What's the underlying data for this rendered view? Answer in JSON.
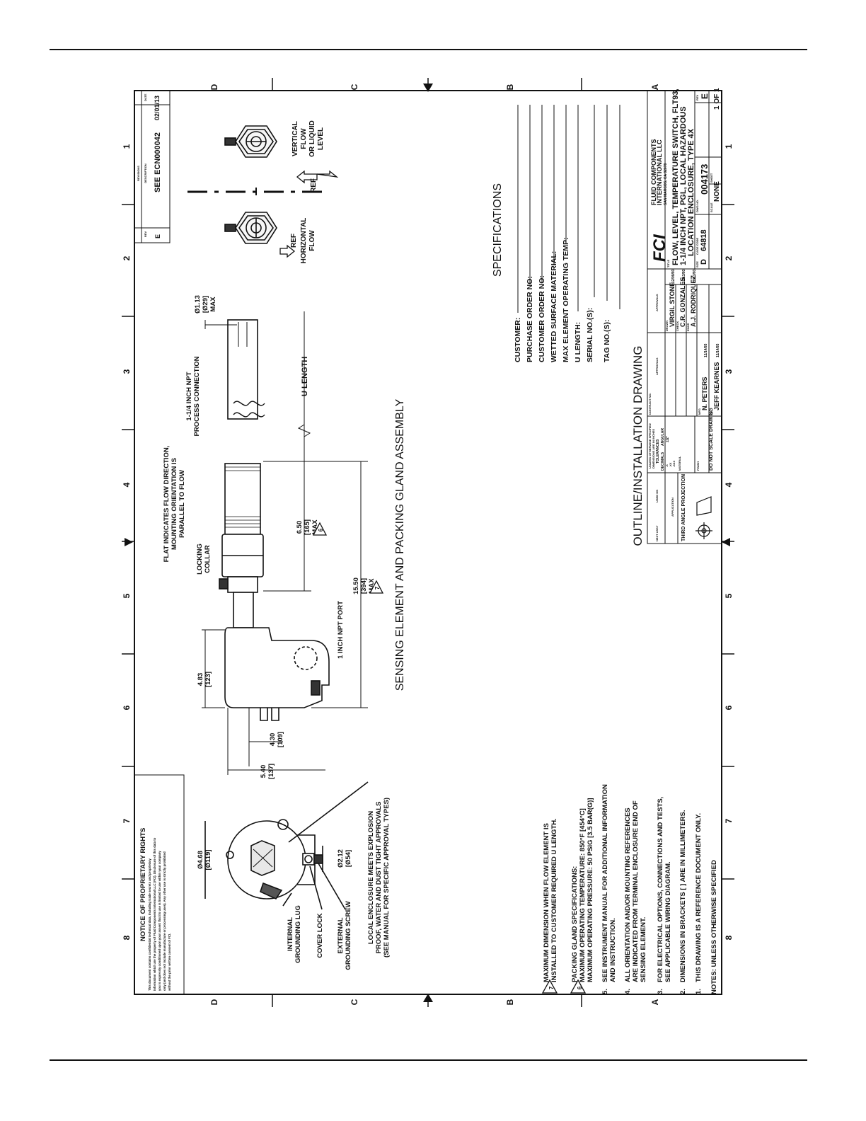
{
  "zones": {
    "rows": [
      "D",
      "C",
      "B",
      "A"
    ],
    "cols": [
      "1",
      "2",
      "3",
      "4",
      "5",
      "6",
      "7",
      "8"
    ]
  },
  "revision": {
    "headers": [
      "REV",
      "REVISIONS",
      "DESCRIPTION",
      "DATE"
    ],
    "rev": "E",
    "description": "SEE ECN000042",
    "date": "02/01/13"
  },
  "notice": {
    "title": "NOTICE OF PROPRIETARY RIGHTS",
    "lines": [
      "This document contains confidential technical data, including trade secrets and proprietary",
      "information which are the property of Fluid Components International LLC (FCI). Disclosure of this data to",
      "you is expressly conditioned upon your assent that its use is limited to use within your company",
      "only (and does not include manufacture or processing uses). Any other use is strictly prohibited",
      "without the prior written consent of FCI."
    ]
  },
  "views": {
    "main_title": "SENSING ELEMENT AND PACKING GLAND ASSEMBLY",
    "drawing_title": "OUTLINE/INSTALLATION DRAWING",
    "flow_vertical": [
      "VERTICAL",
      "FLOW",
      "OR LIQUID",
      "LEVEL"
    ],
    "flow_horizontal": [
      "HORIZONTAL",
      "FLOW"
    ],
    "ref": "REF"
  },
  "callouts": {
    "dia_tip": [
      "Ø1.13",
      "[Ø29]",
      "MAX"
    ],
    "npt_process": [
      "1-1/4 INCH NPT",
      "PROCESS CONNECTION"
    ],
    "u_length": "U LENGTH",
    "flat": [
      "FLAT INDICATES FLOW DIRECTION,",
      "MOUNTING ORIENTATION IS",
      "PARALLEL TO FLOW"
    ],
    "locking_collar": [
      "LOCKING",
      "COLLAR"
    ],
    "dim_650": [
      "6.50",
      "[165]",
      "MAX"
    ],
    "dim_1550": [
      "15.50",
      "[394]",
      "MAX"
    ],
    "npt_port": "1 INCH NPT PORT",
    "dim_483": [
      "4.83",
      "[123]"
    ],
    "dim_430": [
      "4.30",
      "[109]"
    ],
    "dim_540": [
      "5.40",
      "[137]"
    ],
    "dim_468": [
      "Ø4.68",
      "[Ø119]"
    ],
    "dim_212": [
      "Ø2.12",
      "[Ø54]"
    ],
    "internal_lug": [
      "INTERNAL",
      "GROUNDING LUG"
    ],
    "cover_lock": "COVER LOCK",
    "external_screw": [
      "EXTERNAL",
      "GROUNDING SCREW"
    ],
    "local_enclosure": [
      "LOCAL ENCLOSURE MEETS EXPLOSION",
      "PROOF, WATER AND DUST TIGHT APPROVALS",
      "(SEE MANUAL FOR SPECIFIC APPROVAL TYPES)"
    ]
  },
  "specifications": {
    "title": "SPECIFICATIONS",
    "fields": [
      "CUSTOMER:",
      "PURCHASE ORDER NO:",
      "CUSTOMER ORDER NO:",
      "WETTED SURFACE MATERIAL:",
      "MAX ELEMENT OPERATING TEMP:",
      "U LENGTH:",
      "SERIAL NO.(S):",
      "TAG NO.(S):"
    ]
  },
  "notes": {
    "header": "NOTES: UNLESS OTHERWISE SPECIFIED",
    "items": [
      {
        "n": "1.",
        "lines": [
          "THIS DRAWING IS A REFERENCE DOCUMENT ONLY."
        ]
      },
      {
        "n": "2.",
        "lines": [
          "DIMENSIONS IN BRACKETS [ ] ARE IN MILLIMETERS."
        ]
      },
      {
        "n": "3.",
        "lines": [
          "FOR ELECTRICAL OPTIONS, CONNECTIONS AND TESTS,",
          "SEE APPLICABLE WIRING DIAGRAM."
        ]
      },
      {
        "n": "4.",
        "lines": [
          "ALL ORIENTATION AND/OR MOUNTING REFERENCES",
          "ARE INDICATED FROM TERMINAL ENCLOSURE END OF",
          "SENSING ELEMENT."
        ]
      },
      {
        "n": "5.",
        "lines": [
          "SEE INSTRUMENT MANUAL FOR ADDITIONAL INFORMATION",
          "AND INSTRUCTION."
        ]
      },
      {
        "n": "6",
        "lines": [
          "PACKING GLAND SPECIFICATIONS:",
          "   MAXIMUM OPERATING TEMPERATURE: 850°F [454°C]",
          "   MAXIMUM OPERATING PRESSURE: 50 PSIG [3.5 BAR(G)]"
        ]
      },
      {
        "n": "7",
        "lines": [
          "MAXIMUM DIMENSION WHEN FLOW ELEMENT IS",
          "INSTALLED TO CUSTOMER REQUIRED U LENGTH."
        ]
      }
    ]
  },
  "title_block": {
    "company": [
      "FLUID COMPONENTS",
      "INTERNATIONAL LLC",
      "SAN MARCOS, CA 92078"
    ],
    "logo": "FCI",
    "title_lines": [
      "FLOW, LEVEL, TEMPERATURE SWITCH, FLT93,",
      "1-1/4 INCH NPT, PGL, LOCAL HAZARDOUS",
      "LOCATION ENCLOSURE, TYPE 4X"
    ],
    "title_label": "TITLE",
    "size_label": "SIZE",
    "size": "D",
    "cage_label": "CAGE CODE",
    "cage": "64818",
    "dwg_label": "DWG NO.",
    "dwg": "004173",
    "rev_label": "REV",
    "rev": "E",
    "scale_label": "SCALE",
    "scale": "NONE",
    "sheet_label": "SHEET",
    "sheet": "1 OF 1",
    "drawn_label": "DRAWN",
    "drawn": "VIRGIL STONE",
    "drawn_date": "12/09/93",
    "check_label": "CHECK",
    "check": "C.R. GONZALES",
    "check_date": "12/13/93",
    "engr_label": "ENGR",
    "engr": "A.J. RODRIQUEZ",
    "engr_date": "12/13/93",
    "mfg_label": "MFG",
    "mfg": "N. PETERS",
    "mfg_date": "12/14/93",
    "qa_label": "QA",
    "qa": "JEFF KEARNES",
    "qa_date": "12/14/93",
    "contract_label": "CONTRACT NO.",
    "approvals_label": "APPROVALS",
    "tolerances": [
      "UNLESS OTHERWISE SPECIFIED",
      "DIMENSIONS ARE IN INCHES",
      "TOLERANCES"
    ],
    "decimals_label": "DECIMALS",
    "decimals": [
      ".X",
      ".XX",
      ".XXX"
    ],
    "angular_label": "ANGULAR",
    "angular": "±/2°",
    "material_label": "MATERIAL",
    "finish_label": "FINISH",
    "do_not_scale": "DO NOT SCALE DRAWING",
    "projection": "THIRD ANGLE PROJECTION",
    "next_assy": "NEXT ASSY",
    "used_on": "USED ON",
    "application": "APPLICATION"
  },
  "footer": {
    "link_text": ""
  }
}
